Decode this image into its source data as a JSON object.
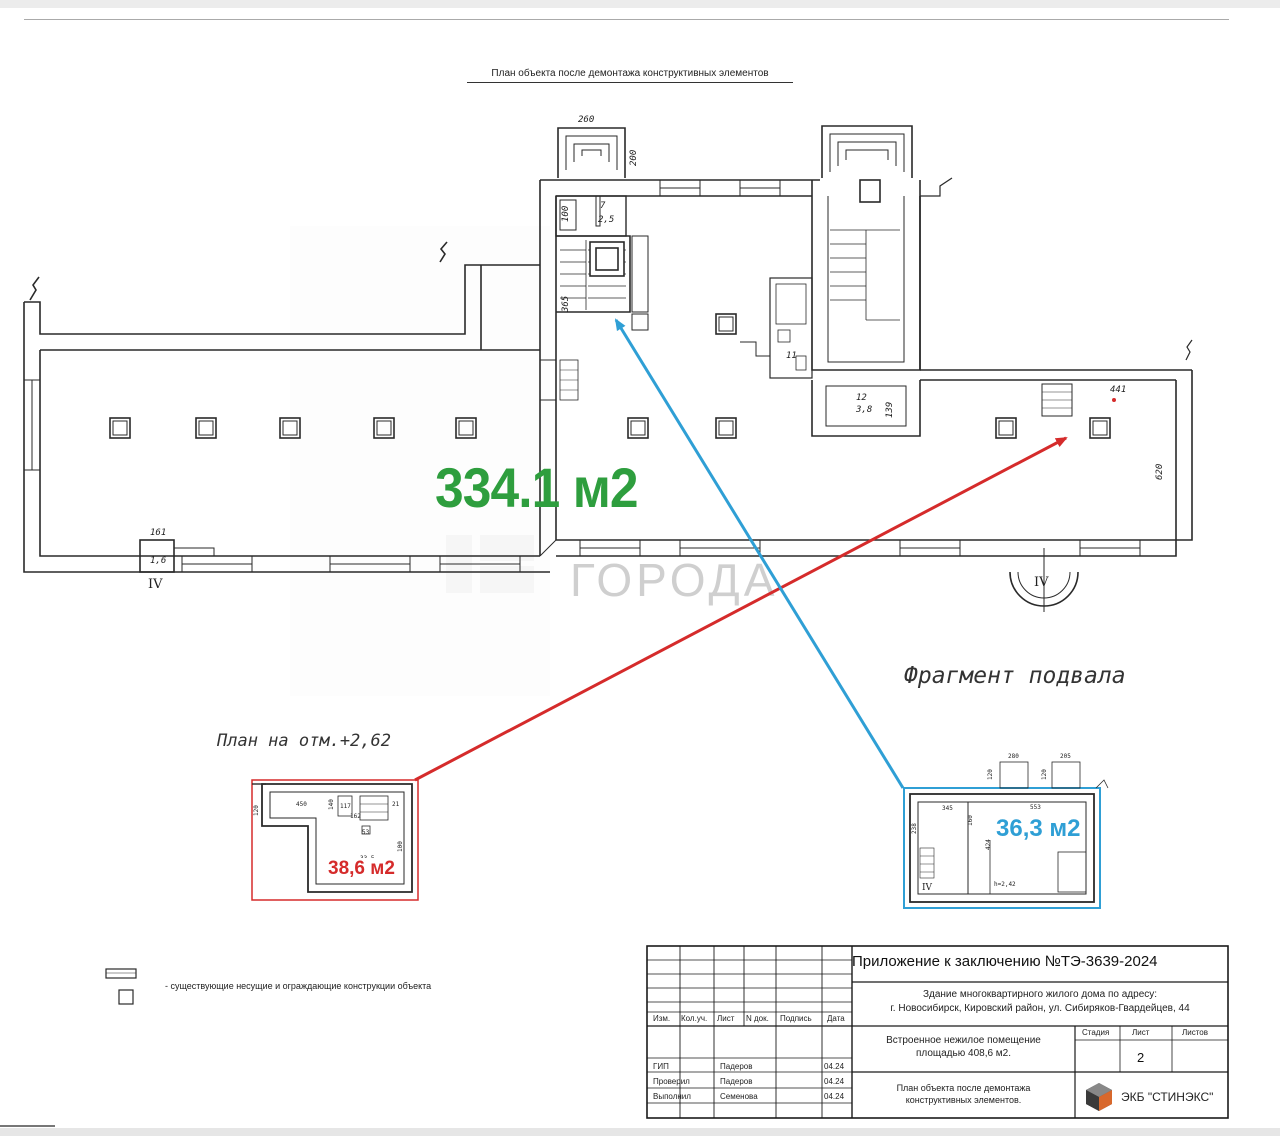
{
  "page_title": "План объекта после демонтажа конструктивных элементов",
  "areas": {
    "main": "334.1 м2",
    "mezzanine": "38,6 м2",
    "basement": "36,3 м2"
  },
  "captions": {
    "basement_fragment": "Фрагмент подвала",
    "mezzanine_plan": "План на отм.+2,62"
  },
  "watermark": "ГОРОДА",
  "dimensions": {
    "d260": "260",
    "d200": "200",
    "d100": "100",
    "d365": "365",
    "d139": "139",
    "d441": "441",
    "d620": "620",
    "d161": "161",
    "room7": "7",
    "room7_area": "2,5",
    "room11": "11",
    "room12": "12",
    "room12_area": "3,8",
    "room_small": "1,6",
    "axis_iv": "IV",
    "b280": "280",
    "b205": "205",
    "b120": "120",
    "b553": "553",
    "b345": "345",
    "b238": "238",
    "b424": "424",
    "b160": "160",
    "b_h": "h=2,42",
    "m450": "450",
    "m120": "120",
    "m140": "140",
    "m117": "117",
    "m21": "21",
    "m53": "53",
    "m162": "162",
    "m33": "33,5",
    "m100": "100"
  },
  "legend": "- существующие несущие и ограждающие конструкции объекта",
  "stamp": {
    "title": "Приложение к заключению №ТЭ-3639-2024",
    "address_1": "Здание многоквартирного жилого дома по адресу:",
    "address_2": "г. Новосибирск, Кировский район, ул. Сибиряков-Гвардейцев, 44",
    "desc_1": "Встроенное нежилое помещение",
    "desc_2": "площадью 408,6 м2.",
    "sheet_title_1": "План объекта после демонтажа",
    "sheet_title_2": "конструктивных элементов.",
    "headers": [
      "Изм.",
      "Кол.уч.",
      "Лист",
      "N док.",
      "Подпись",
      "Дата"
    ],
    "stage_headers": [
      "Стадия",
      "Лист",
      "Листов"
    ],
    "sheet_no": "2",
    "company": "ЭКБ \"СТИНЭКС\"",
    "signers": [
      {
        "role": "ГИП",
        "name": "Падеров",
        "date": "04.24"
      },
      {
        "role": "Проверил",
        "name": "Падеров",
        "date": "04.24"
      },
      {
        "role": "Выполнил",
        "name": "Семенова",
        "date": "04.24"
      }
    ]
  },
  "colors": {
    "green": "#2e9e3e",
    "red": "#d52b2b",
    "blue": "#2f9fd5",
    "line": "#2a2a2a"
  }
}
